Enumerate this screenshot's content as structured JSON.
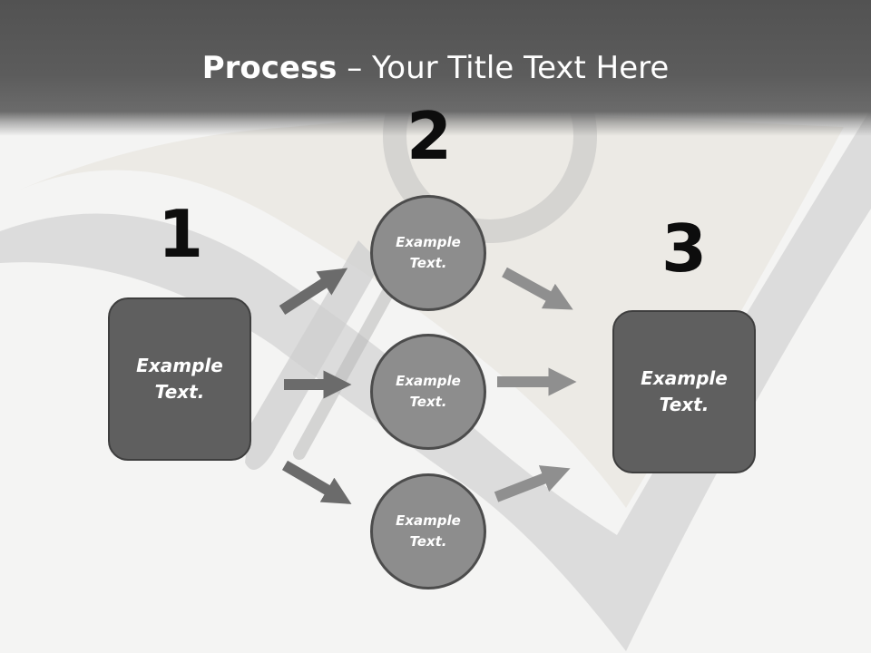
{
  "title": {
    "bold": "Process",
    "rest": " – Your Title Text Here"
  },
  "steps": [
    {
      "number": "1",
      "text": "Example\nText."
    },
    {
      "number": "2",
      "text": "Example\nText."
    },
    {
      "number": "3",
      "text": "Example\nText."
    }
  ],
  "circles": [
    {
      "text": "Example\nText."
    },
    {
      "text": "Example\nText."
    },
    {
      "text": "Example\nText."
    }
  ],
  "colors": {
    "header": "#525252",
    "box": "#5f5f5f",
    "circle": "#8d8d8d",
    "arrow_dark": "#6b6b6b",
    "arrow_light": "#8f8f8f"
  }
}
